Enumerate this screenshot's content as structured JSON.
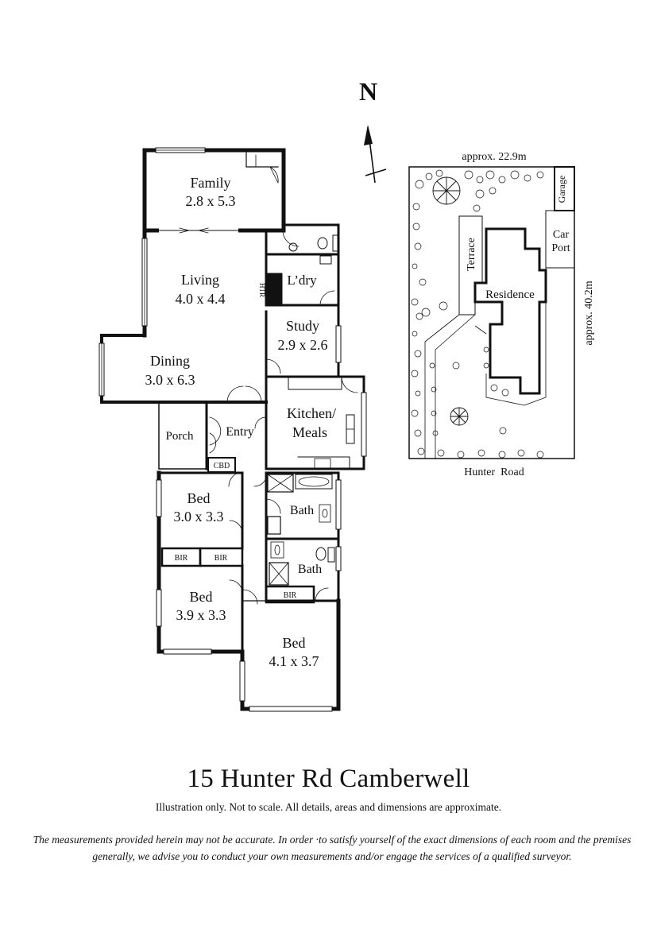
{
  "compass": {
    "label": "N"
  },
  "rooms": {
    "family": {
      "name": "Family",
      "dims": "2.8 x 5.3"
    },
    "living": {
      "name": "Living",
      "dims": "4.0 x 4.4"
    },
    "dining": {
      "name": "Dining",
      "dims": "3.0 x 6.3"
    },
    "laundry": {
      "name": "L’dry"
    },
    "heater": {
      "name": "HTR"
    },
    "study": {
      "name": "Study",
      "dims": "2.9 x 2.6"
    },
    "kitchen": {
      "line1": "Kitchen/",
      "line2": "Meals"
    },
    "porch": {
      "name": "Porch"
    },
    "entry": {
      "name": "Entry"
    },
    "cbd": {
      "name": "CBD"
    },
    "bed1": {
      "name": "Bed",
      "dims": "3.0 x 3.3"
    },
    "bir1": {
      "name": "BIR"
    },
    "bir2": {
      "name": "BIR"
    },
    "bed2": {
      "name": "Bed",
      "dims": "3.9 x 3.3"
    },
    "bath1": {
      "name": "Bath"
    },
    "bath2": {
      "name": "Bath"
    },
    "bir3": {
      "name": "BIR"
    },
    "bed3": {
      "name": "Bed",
      "dims": "4.1 x 3.7"
    }
  },
  "site_plan": {
    "width_label": "approx. 22.9m",
    "depth_label": "approx. 40.2m",
    "garage": "Garage",
    "carport_line1": "Car",
    "carport_line2": "Port",
    "terrace": "Terrace",
    "residence": "Residence",
    "street": "Hunter  Road"
  },
  "footer": {
    "title": "15 Hunter Rd Camberwell",
    "note": "Illustration only. Not to scale. All details, areas and dimensions are approximate.",
    "disclaimer": "The measurements provided herein may not be accurate. In order ·to satisfy yourself of the exact dimensions of each room and the premises generally, we advise you to conduct your own measurements and/or engage the services of a qualified surveyor."
  }
}
